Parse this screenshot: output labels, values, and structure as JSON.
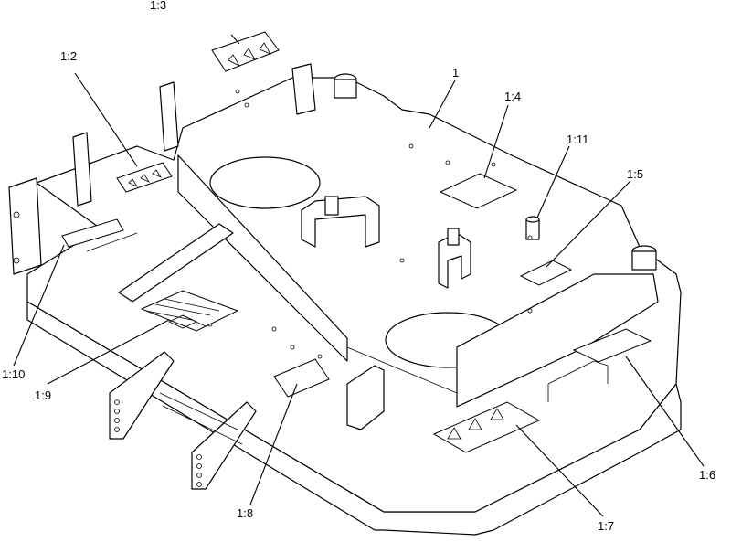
{
  "diagram": {
    "callouts": {
      "c1": "1",
      "c1_2": "1:2",
      "c1_3": "1:3",
      "c1_4": "1:4",
      "c1_5": "1:5",
      "c1_6": "1:6",
      "c1_7": "1:7",
      "c1_8": "1:8",
      "c1_9": "1:9",
      "c1_10": "1:10",
      "c1_11": "1:11"
    }
  }
}
